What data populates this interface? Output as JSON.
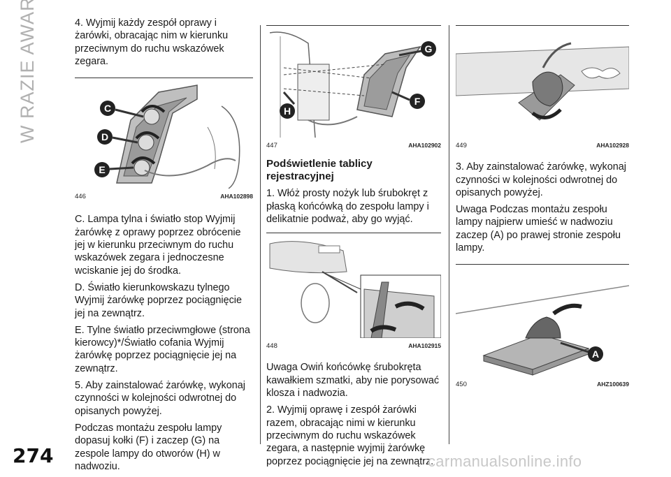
{
  "section_title": "W RAZIE AWARII",
  "page_number": "274",
  "column1": {
    "intro": "4. Wyjmij każdy zespół oprawy i żarówki, obracając nim w kierunku przeciwnym do ruchu wskazówek zegara.",
    "figure": {
      "number": "446",
      "code": "AHA102898",
      "labels": [
        "C",
        "D",
        "E"
      ]
    },
    "paragraphs": [
      "C. Lampa tylna i światło stop Wyjmij żarówkę z oprawy poprzez obrócenie jej w kierunku przeciwnym do ruchu wskazówek zegara i jednoczesne wciskanie jej do środka.",
      "D. Światło kierunkowskazu tylnego Wyjmij żarówkę poprzez pociągnięcie jej na zewnątrz.",
      "E. Tylne światło przeciwmgłowe (strona kierowcy)*/Światło cofania Wyjmij żarówkę poprzez pociągnięcie jej na zewnątrz.",
      "5. Aby zainstalować żarówkę, wykonaj czynności w kolejności odwrotnej do opisanych powyżej.",
      "Podczas montażu zespołu lampy dopasuj kołki (F) i zaczep (G) na zespole lampy do otworów (H) w nadwoziu."
    ]
  },
  "column2": {
    "figure1": {
      "number": "447",
      "code": "AHA102902",
      "labels": [
        "G",
        "H",
        "F"
      ]
    },
    "heading": "Podświetlenie tablicy rejestracyjnej",
    "para1": "1. Włóż prosty nożyk lub śrubokręt z płaską końcówką do zespołu lampy i delikatnie podważ, aby go wyjąć.",
    "figure2": {
      "number": "448",
      "code": "AHA102915"
    },
    "para2": "Uwaga  Owiń końcówkę śrubokręta kawałkiem szmatki, aby nie porysować klosza i nadwozia.",
    "para3": "2. Wyjmij oprawę i zespół żarówki razem, obracając nimi w kierunku przeciwnym do ruchu wskazówek zegara, a następnie wyjmij żarówkę poprzez pociągnięcie jej na zewnątrz."
  },
  "column3": {
    "figure1": {
      "number": "449",
      "code": "AHA102928"
    },
    "para1": "3. Aby zainstalować żarówkę, wykonaj czynności w kolejności odwrotnej do opisanych powyżej.",
    "para2": "Uwaga  Podczas montażu zespołu lampy najpierw umieść w nadwoziu zaczep (A) po prawej stronie zespołu lampy.",
    "figure2": {
      "number": "450",
      "code": "AHZ100639",
      "labels": [
        "A"
      ]
    }
  },
  "watermark": "carmanualsonline.info",
  "colors": {
    "label_circle": "#222222",
    "label_text": "#ffffff",
    "side_title": "#b0b0b0",
    "illustration": "#555555"
  }
}
